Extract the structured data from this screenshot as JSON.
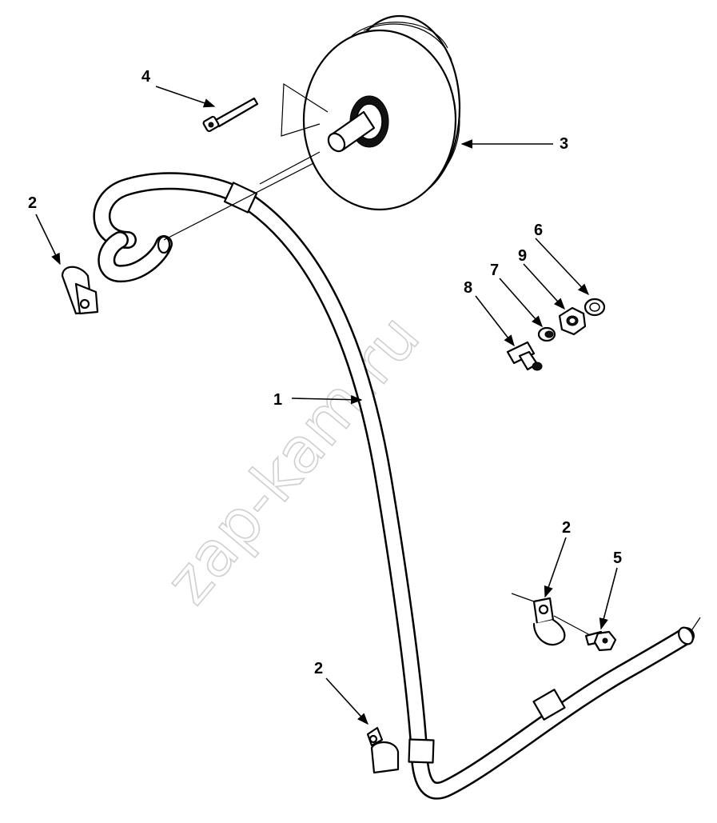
{
  "diagram": {
    "watermark": "zap-kam.ru",
    "callouts": [
      {
        "id": "callout-1",
        "label": "1"
      },
      {
        "id": "callout-2a",
        "label": "2"
      },
      {
        "id": "callout-2b",
        "label": "2"
      },
      {
        "id": "callout-2c",
        "label": "2"
      },
      {
        "id": "callout-3",
        "label": "3"
      },
      {
        "id": "callout-4",
        "label": "4"
      },
      {
        "id": "callout-5",
        "label": "5"
      },
      {
        "id": "callout-6",
        "label": "6"
      },
      {
        "id": "callout-7",
        "label": "7"
      },
      {
        "id": "callout-8",
        "label": "8"
      },
      {
        "id": "callout-9",
        "label": "9"
      }
    ]
  }
}
